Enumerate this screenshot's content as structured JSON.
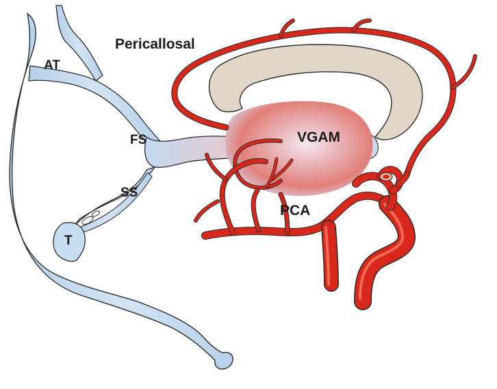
{
  "labels": {
    "pericallosal": "Pericallosal",
    "at": "AT",
    "fs": "FS",
    "ss": "SS",
    "t": "T",
    "vgam": "VGAM",
    "pca": "PCA"
  },
  "colors": {
    "vein_fill": "#c5daf0",
    "vein_stroke": "#2b2b2b",
    "artery_fill": "#d8281c",
    "artery_highlight": "#f06a55",
    "corpus_callosum": "#e2d6c8",
    "aneurysm_core": "#e6a3a3",
    "aneurysm_center": "#f3e2ea",
    "background": "#ffffff"
  },
  "structures": [
    "deep-venous-system",
    "corpus-callosum",
    "vein-of-galen-aneurysmal-malformation",
    "pericallosal-artery",
    "posterior-cerebral-artery",
    "choroidal-feeders",
    "vertebrobasilar-arteries"
  ]
}
